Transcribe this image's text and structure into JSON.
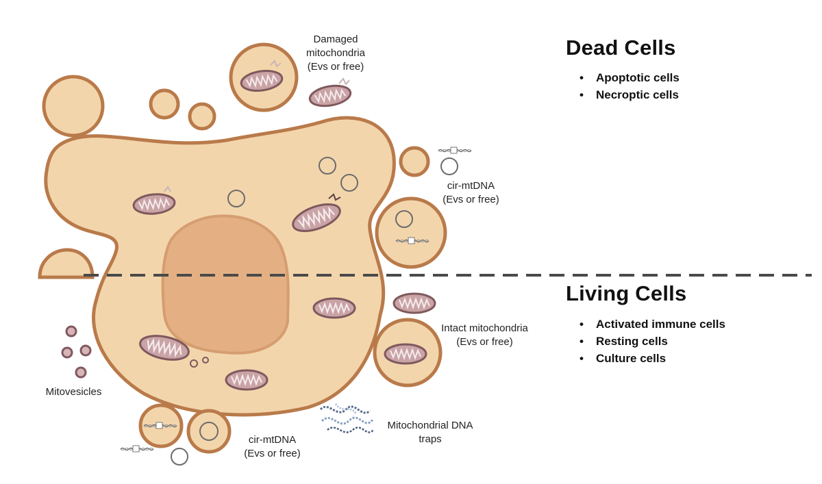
{
  "dead_section": {
    "heading": "Dead Cells",
    "items": [
      {
        "label": "Apoptotic cells"
      },
      {
        "label": "Necroptic cells"
      }
    ]
  },
  "living_section": {
    "heading": "Living Cells",
    "items": [
      {
        "label": "Activated immune cells"
      },
      {
        "label": "Resting cells"
      },
      {
        "label": "Culture cells"
      }
    ]
  },
  "labels": {
    "damaged_mito": [
      "Damaged",
      "mitochondria",
      "(Evs or free)"
    ],
    "cir_mtdna_top": [
      "cir-mtDNA",
      "(Evs or free)"
    ],
    "intact_mito": [
      "Intact mitochondria",
      "(Evs or free)"
    ],
    "mitovesicles": "Mitovesicles",
    "cir_mtdna_bottom": [
      "cir-mtDNA",
      "(Evs or free)"
    ],
    "mtdna_traps": [
      "Mitochondrial DNA",
      "traps"
    ]
  },
  "colors": {
    "cell_fill": "#f3d5ac",
    "cell_stroke": "#b97a4a",
    "nucleus_fill": "#e4b083",
    "nucleus_stroke": "#d59d70",
    "mito_fill": "#c9a3a6",
    "mito_stroke": "#7f585d",
    "divider": "#4a4a4a"
  }
}
